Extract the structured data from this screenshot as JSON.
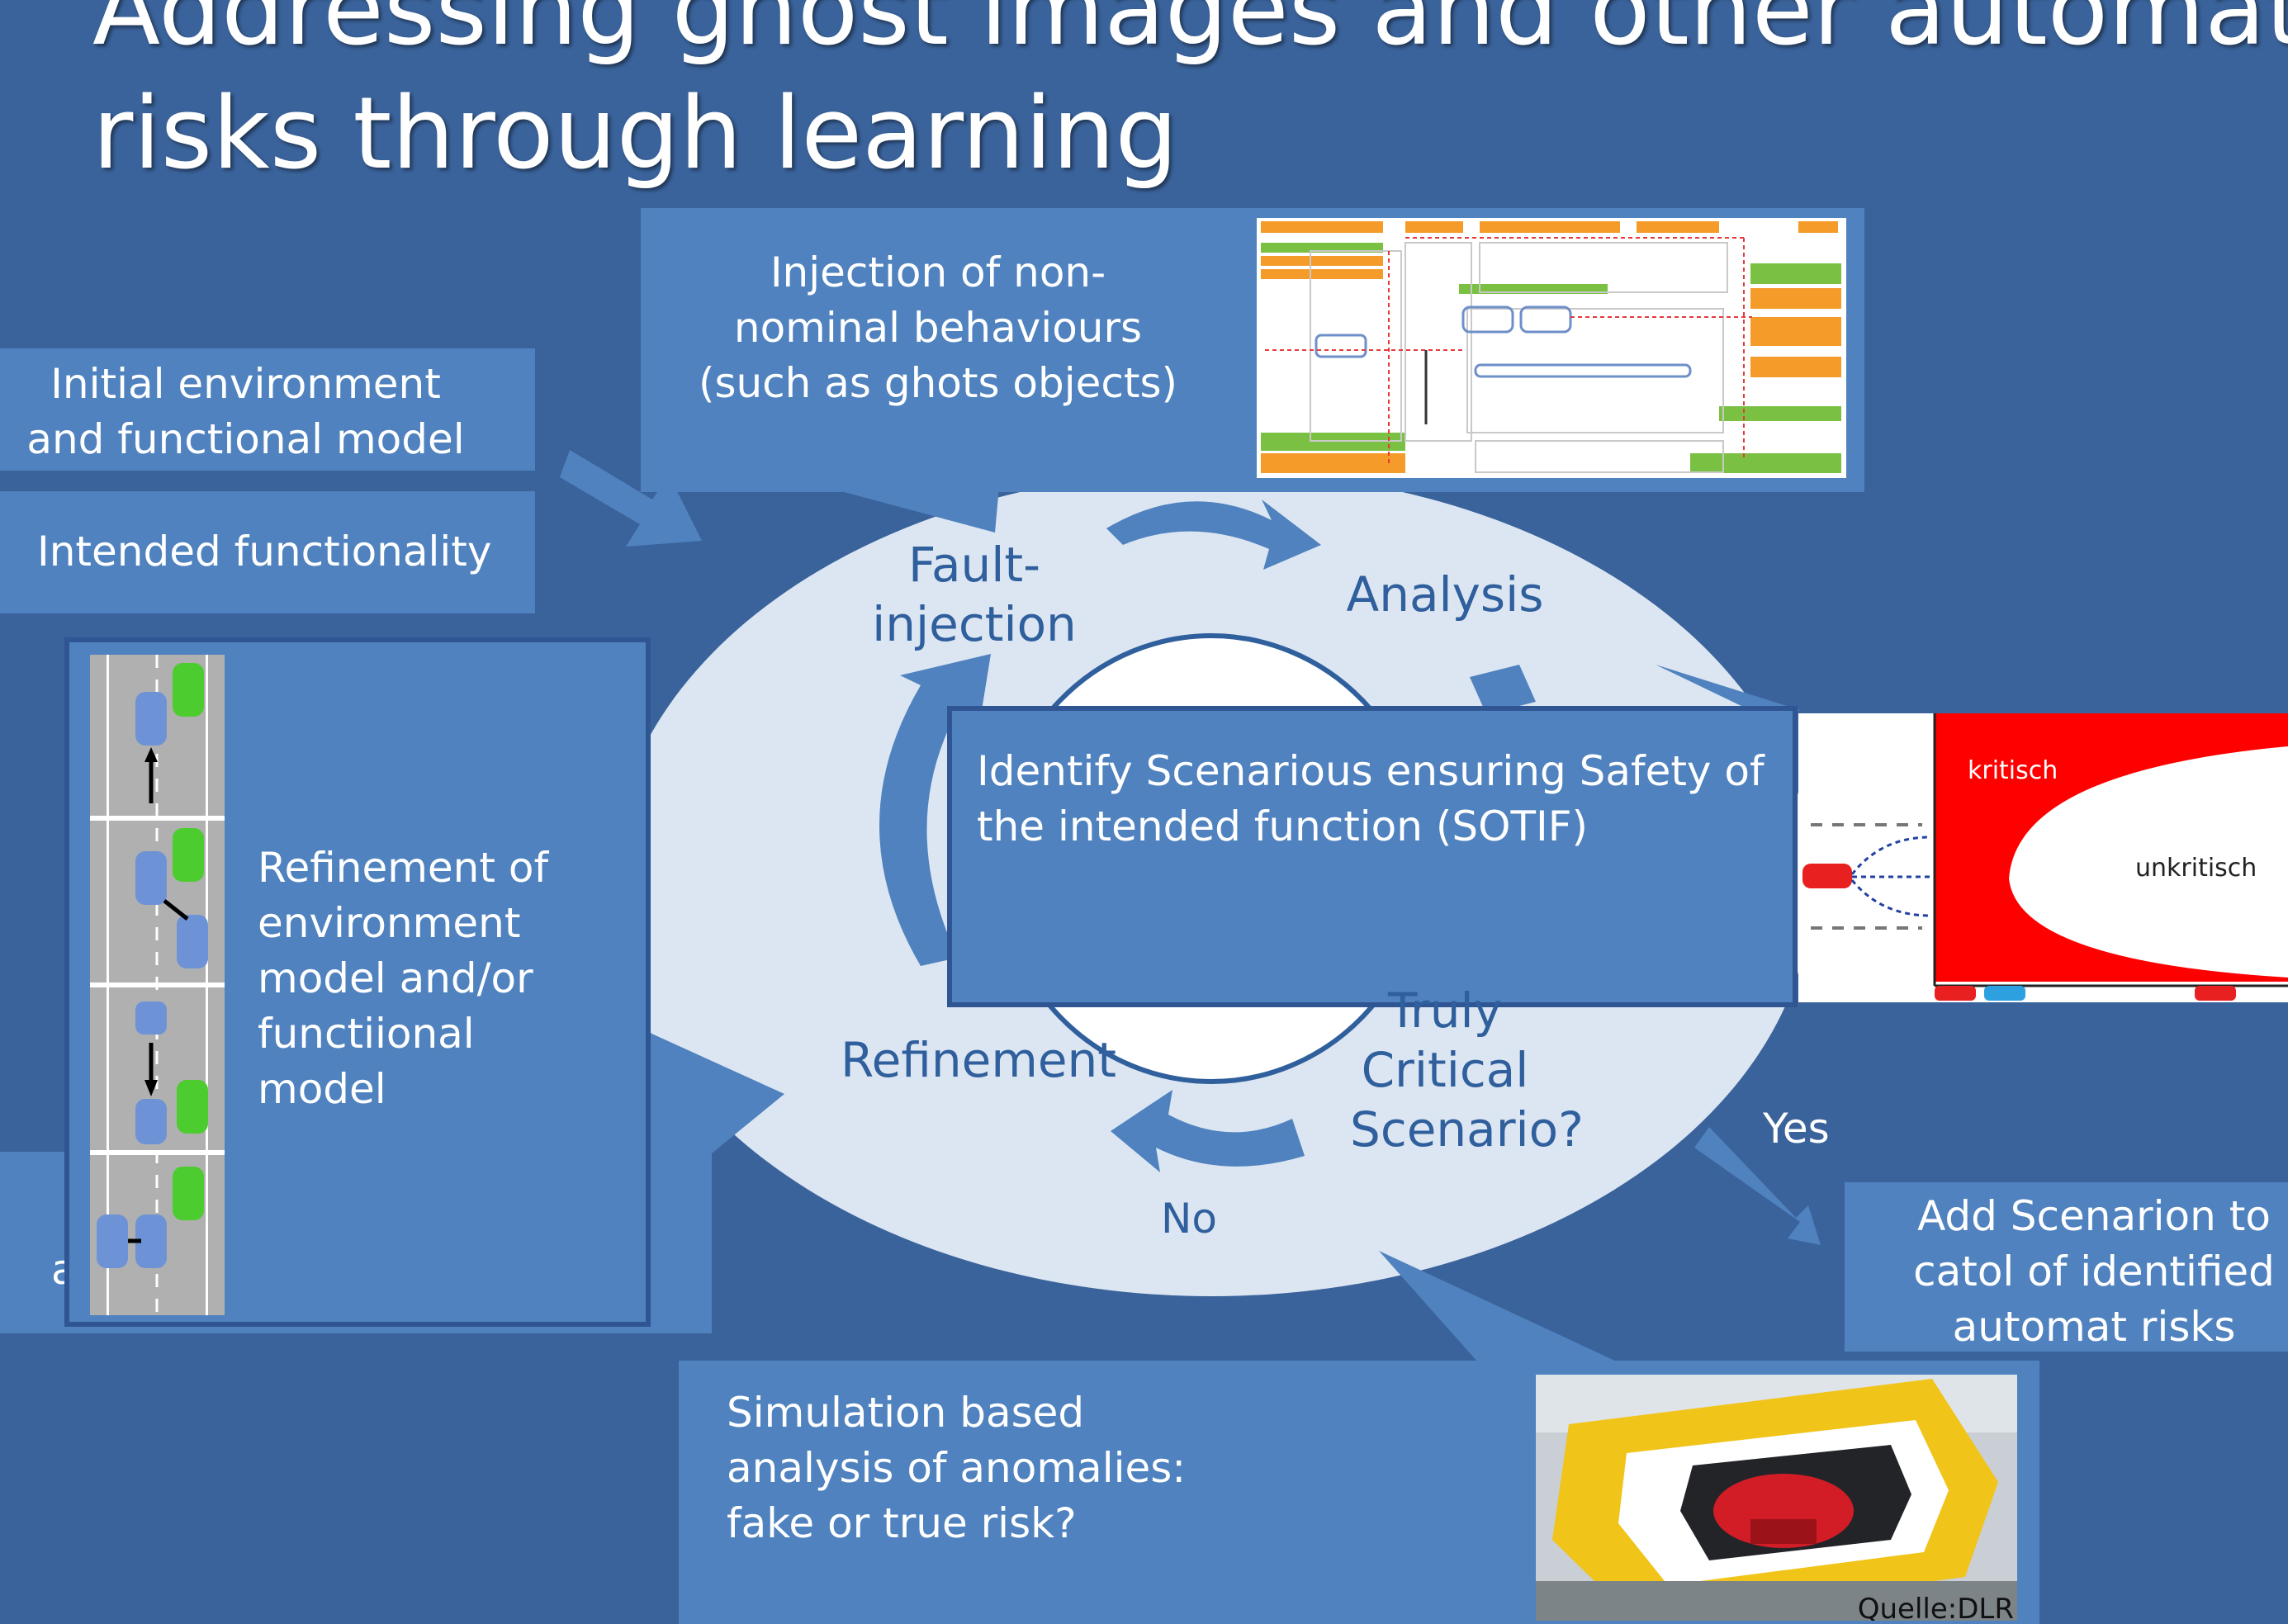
{
  "slide": {
    "title_line1": "Addressing ghost images and other automation",
    "title_line2": "risks through learning"
  },
  "boxes": {
    "initial_model": "Initial environment and functional model",
    "intended_functionality": "Intended functionality",
    "injection": "Injection of non-nominal behaviours (such as ghots objects)",
    "refinement_desc": "Refinement of environment model and/or functiional model",
    "sotif": "Identify Scenarious ensuring Safety of the intended function (SOTIF)",
    "simulation": "Simulation based analysis of anomalies: fake or true risk?",
    "add_scenario": "Add Scenarion to catol of identified automat risks",
    "hidden_fragment": "a"
  },
  "cycle": {
    "fault_injection": "Fault-injection",
    "analysis": "Analysis",
    "refinement": "Refinement",
    "critical": "Truly Critical Scenario?",
    "no": "No",
    "yes": "Yes"
  },
  "images": {
    "plot_label_critical": "kritisch",
    "plot_label_uncritical": "unkritisch",
    "photo_source": "Quelle:DLR"
  },
  "colors": {
    "background": "#3a639b",
    "box": "#4f82be",
    "cycle_fill": "#dce6f2",
    "cycle_text": "#2f5f9c",
    "critical_red": "#ff0000"
  }
}
